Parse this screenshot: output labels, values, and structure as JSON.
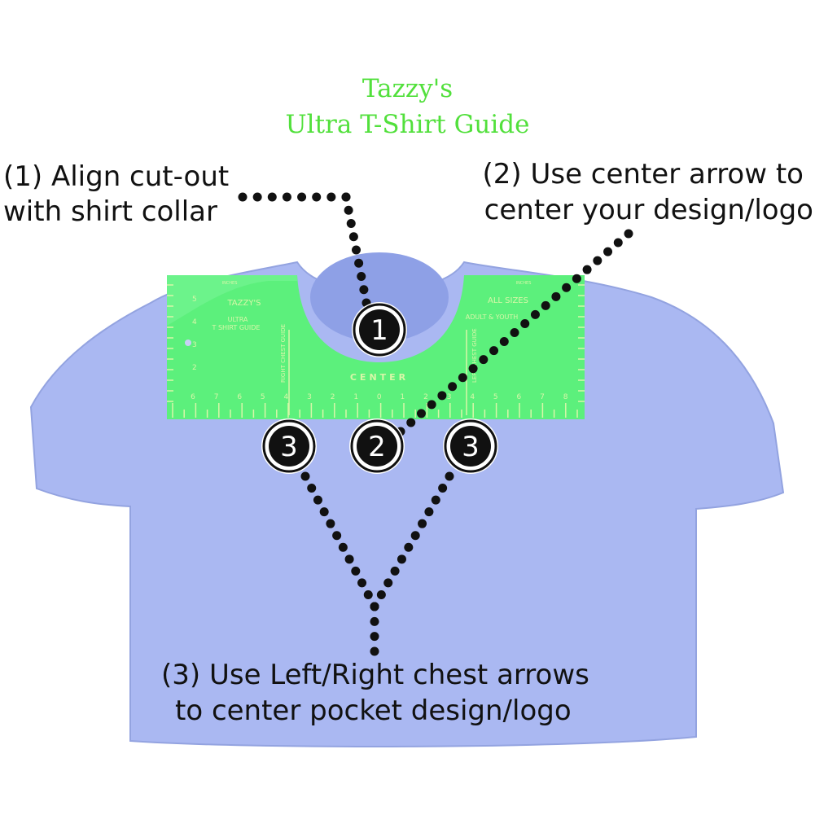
{
  "title": {
    "line1": "Tazzy's",
    "line2": "Ultra T-Shirt Guide"
  },
  "steps": [
    {
      "line1": "(1) Align cut-out",
      "line2": "with shirt collar"
    },
    {
      "line1": "(2) Use center arrow to",
      "line2": "center your design/logo"
    },
    {
      "line1": "(3) Use Left/Right chest arrows",
      "line2": "to center pocket design/logo"
    }
  ],
  "markers": [
    "1",
    "2",
    "3",
    "3"
  ],
  "ruler": {
    "brand": "TAZZY'S",
    "product_line1": "ULTRA",
    "product_line2": "T SHIRT GUIDE",
    "sizes_line1": "ALL SIZES",
    "sizes_line2": "ADULT & YOUTH",
    "units": "INCHES",
    "center": "CENTER",
    "right_chest": "RIGHT CHEST GUIDE",
    "left_chest": "LEFT CHEST GUIDE",
    "bottom_scale": [
      "6",
      "7",
      "6",
      "5",
      "4",
      "3",
      "2",
      "1",
      "0",
      "1",
      "2",
      "3",
      "4",
      "5",
      "6",
      "7",
      "8"
    ],
    "side_scale": [
      "5",
      "4",
      "3",
      "2"
    ]
  },
  "colors": {
    "title": "#52e03c",
    "ruler": "#5cf07c",
    "shirt": "#aab8f2",
    "marker": "#111111"
  }
}
